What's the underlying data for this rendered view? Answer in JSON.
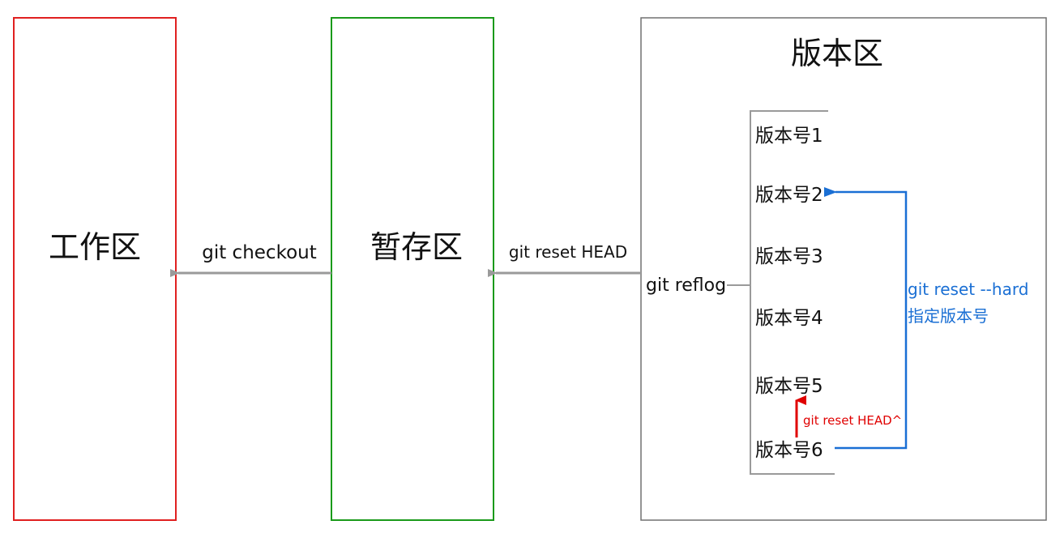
{
  "areas": {
    "working": {
      "label": "工作区",
      "color": "#e02020"
    },
    "staging": {
      "label": "暂存区",
      "color": "#1a9a1a"
    },
    "repository": {
      "label": "版本区",
      "color": "#707070"
    }
  },
  "versions": [
    "版本号1",
    "版本号2",
    "版本号3",
    "版本号4",
    "版本号5",
    "版本号6"
  ],
  "commands": {
    "checkout": "git checkout",
    "reset_head": "git reset HEAD",
    "reflog": "git reflog",
    "reset_head_caret": "git reset HEAD^",
    "reset_hard_line1": "git reset --hard",
    "reset_hard_line2": "指定版本号"
  },
  "colors": {
    "arrow_gray": "#9a9a9a",
    "arrow_red": "#e00000",
    "arrow_blue": "#1a6fd4",
    "text_dark": "#111111"
  }
}
